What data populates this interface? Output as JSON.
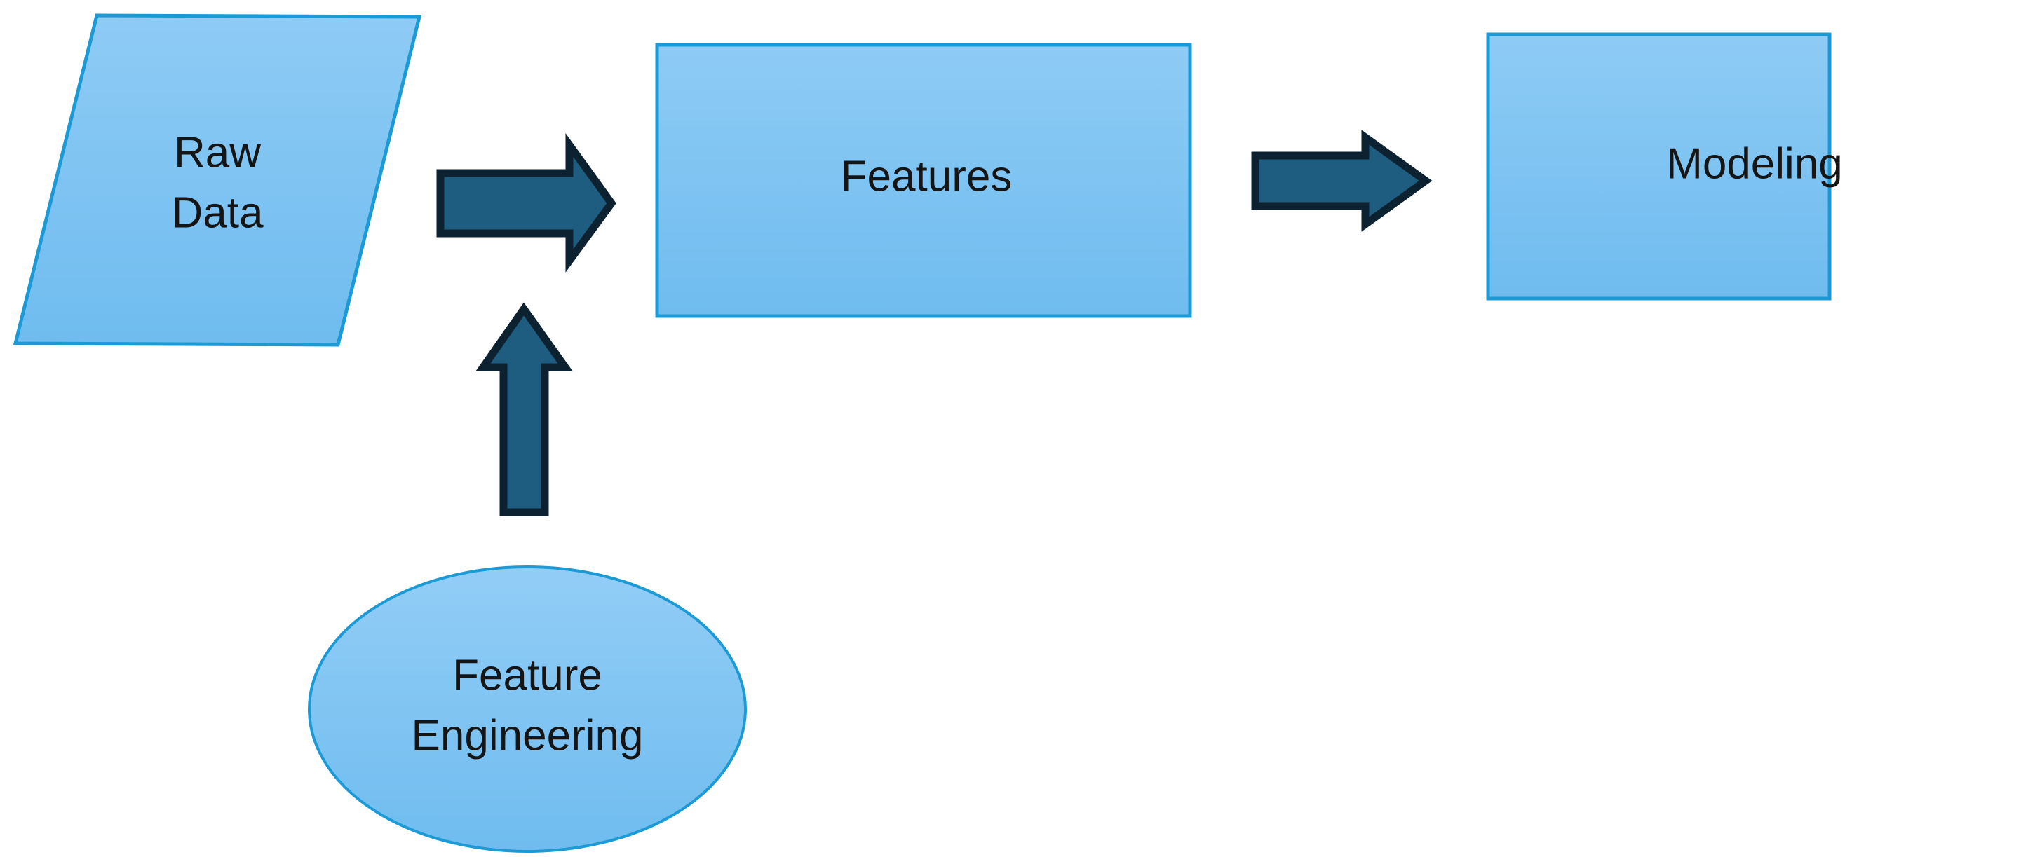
{
  "diagram": {
    "title": "Feature Engineering Pipeline Flowchart",
    "background_color": "#ffffff",
    "shape_fill_top": "#8ecbf5",
    "shape_fill_bottom": "#6fbcef",
    "shape_border_color": "#1b9ad6",
    "arrow_fill_color": "#1f5d80",
    "arrow_border_color": "#0d2230",
    "label_color": "#151515",
    "nodes": [
      {
        "id": "raw-data",
        "shape": "parallelogram",
        "label_line1": "Raw",
        "label_line2": "Data"
      },
      {
        "id": "features",
        "shape": "rectangle",
        "label": "Features"
      },
      {
        "id": "modeling",
        "shape": "rectangle",
        "label": "Modeling"
      },
      {
        "id": "feature-engineering",
        "shape": "ellipse",
        "label_line1": "Feature",
        "label_line2": "Engineering"
      }
    ],
    "connectors": [
      {
        "id": "raw-data-to-features",
        "direction": "right",
        "from": "raw-data",
        "to": "features"
      },
      {
        "id": "features-to-modeling",
        "direction": "right",
        "from": "features",
        "to": "modeling"
      },
      {
        "id": "feature-engineering-to-features",
        "direction": "up",
        "from": "feature-engineering",
        "to": "features"
      }
    ]
  }
}
